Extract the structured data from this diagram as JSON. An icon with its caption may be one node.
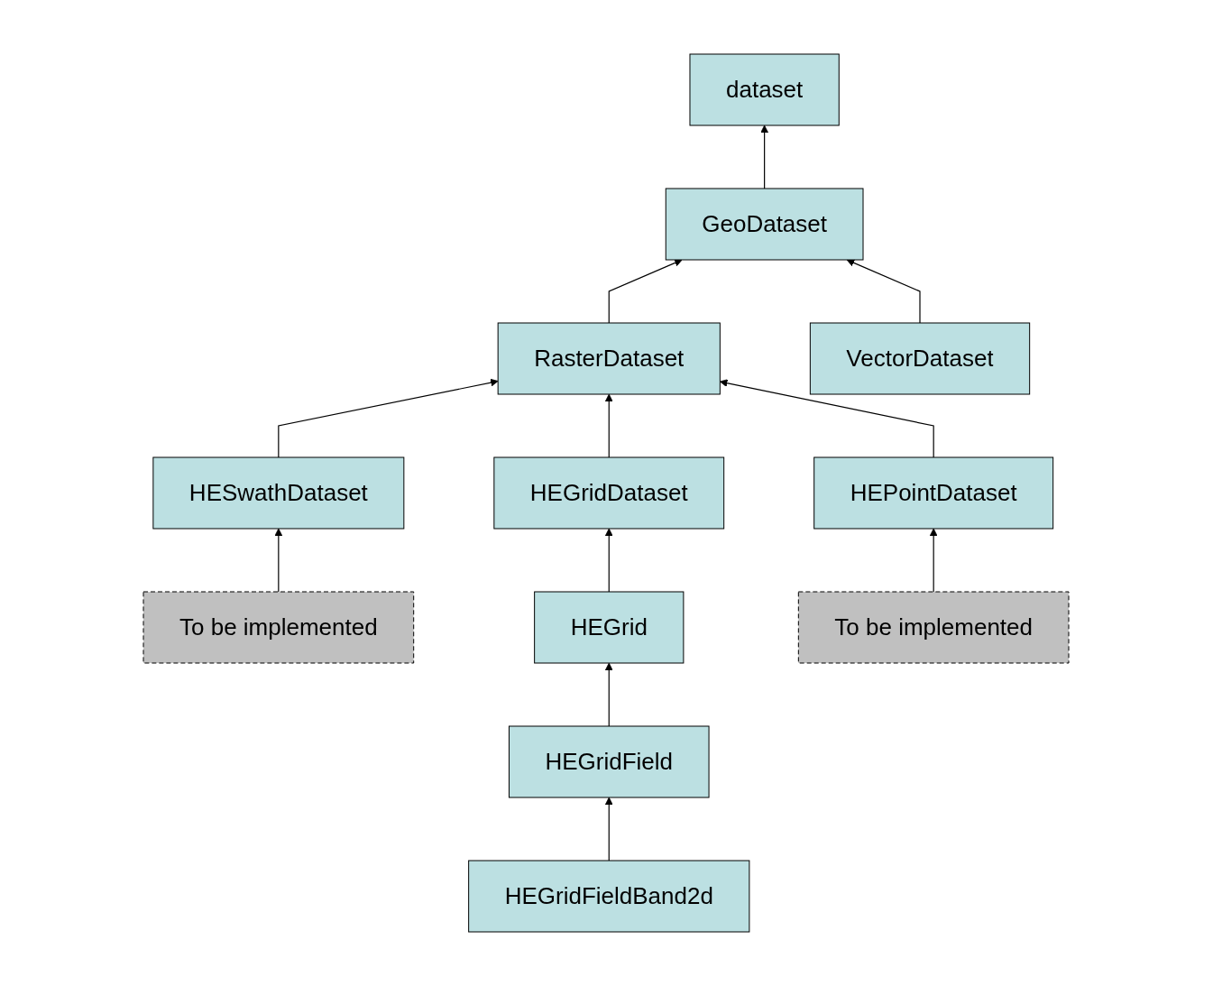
{
  "diagram": {
    "nodes": [
      {
        "text": [
          "dataset"
        ]
      },
      {
        "text": [
          "GeoDataset"
        ]
      },
      {
        "text": [
          "RasterDataset"
        ]
      },
      {
        "text": [
          "VectorDataset"
        ]
      },
      {
        "text": [
          "HESwathDataset"
        ]
      },
      {
        "text": [
          "HEGridDataset"
        ]
      },
      {
        "text": [
          "HEPointDataset"
        ]
      },
      {
        "text": [
          "To be implemented"
        ]
      },
      {
        "text": [
          "HEGrid"
        ]
      },
      {
        "text": [
          "To be implemented"
        ]
      },
      {
        "text": [
          "HEGridField"
        ]
      },
      {
        "text": [
          "HEGridFieldBand2d"
        ]
      }
    ],
    "edges": [
      {
        "from": 1,
        "to": 0,
        "arrow": "to"
      },
      {
        "from": 2,
        "to": 1,
        "arrow": "to"
      },
      {
        "from": 3,
        "to": 1,
        "arrow": "to"
      },
      {
        "from": 4,
        "to": 2,
        "arrow": "to"
      },
      {
        "from": 5,
        "to": 2,
        "arrow": "to"
      },
      {
        "from": 6,
        "to": 2,
        "arrow": "to"
      },
      {
        "from": 7,
        "to": 4,
        "arrow": "to"
      },
      {
        "from": 8,
        "to": 5,
        "arrow": "to"
      },
      {
        "from": 9,
        "to": 6,
        "arrow": "to"
      },
      {
        "from": 10,
        "to": 8,
        "arrow": "to"
      },
      {
        "from": 11,
        "to": 10,
        "arrow": "to"
      }
    ]
  }
}
